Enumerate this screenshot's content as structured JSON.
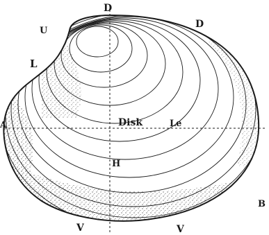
{
  "figure": {
    "labels": {
      "dorsal_top": "D",
      "dorsal_right": "D",
      "umbo": "U",
      "lunule": "L",
      "left_edge": "A",
      "disk": "Disk",
      "ligament": "Le",
      "height": "H",
      "posterior": "B",
      "ventral_left": "V",
      "ventral_right": "V"
    },
    "colors": {
      "ink": "#1a1a1a",
      "paper": "#ffffff"
    }
  }
}
